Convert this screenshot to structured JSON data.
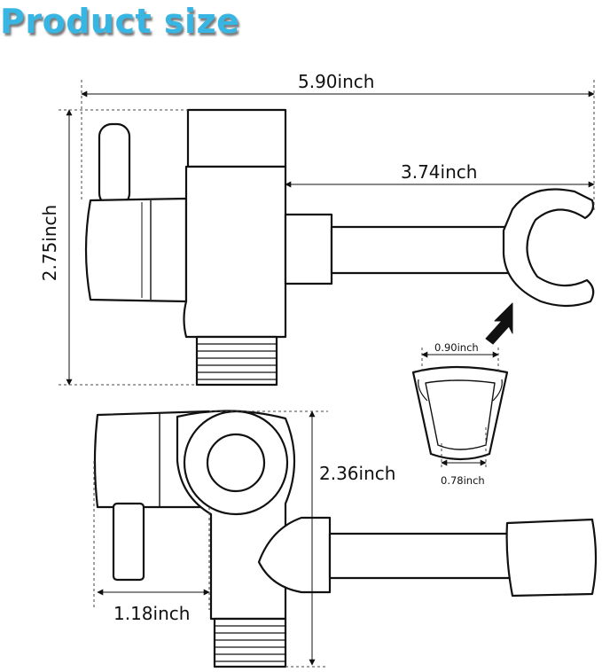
{
  "title": "Product size",
  "dimensions": {
    "total_width": "5.90inch",
    "arm_length": "3.74inch",
    "total_height": "2.75inch",
    "clip_outer": "0.90inch",
    "clip_inner": "0.78inch",
    "side_height": "2.36inch",
    "knob_offset": "1.18inch"
  },
  "colors": {
    "title": "#37b6e3",
    "line": "#111111",
    "dash": "#444444"
  }
}
